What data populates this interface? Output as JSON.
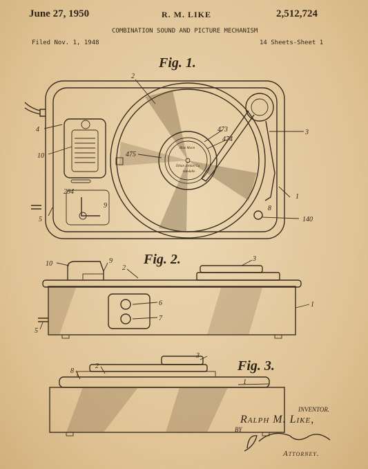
{
  "header": {
    "date": "June 27, 1950",
    "inventor_short": "R. M. LIKE",
    "patent_number": "2,512,724",
    "title": "COMBINATION SOUND AND PICTURE MECHANISM",
    "filed": "Filed Nov. 1, 1948",
    "sheets": "14 Sheets-Sheet 1"
  },
  "figures": {
    "fig1": "Fig. 1.",
    "fig2": "Fig. 2.",
    "fig3": "Fig. 3."
  },
  "ref_numbers": {
    "fig1": [
      "2",
      "3",
      "4",
      "10",
      "473",
      "474",
      "475",
      "294",
      "9",
      "8",
      "1",
      "5",
      "140"
    ],
    "fig2": [
      "10",
      "9",
      "2",
      "3",
      "6",
      "7",
      "1",
      "5"
    ],
    "fig3": [
      "8",
      "2",
      "3",
      "1"
    ]
  },
  "record_label": {
    "line1": "Blue Moon",
    "line2": "Ethan Jordan Co.",
    "line3": "hubdalle"
  },
  "signature_block": {
    "inventor_label": "INVENTOR.",
    "inventor_name": "Ralph M. Like,",
    "by": "BY",
    "attorney_label": "Attorney."
  },
  "colors": {
    "paper": "#e6cfa6",
    "ink": "#3a2d1f"
  }
}
